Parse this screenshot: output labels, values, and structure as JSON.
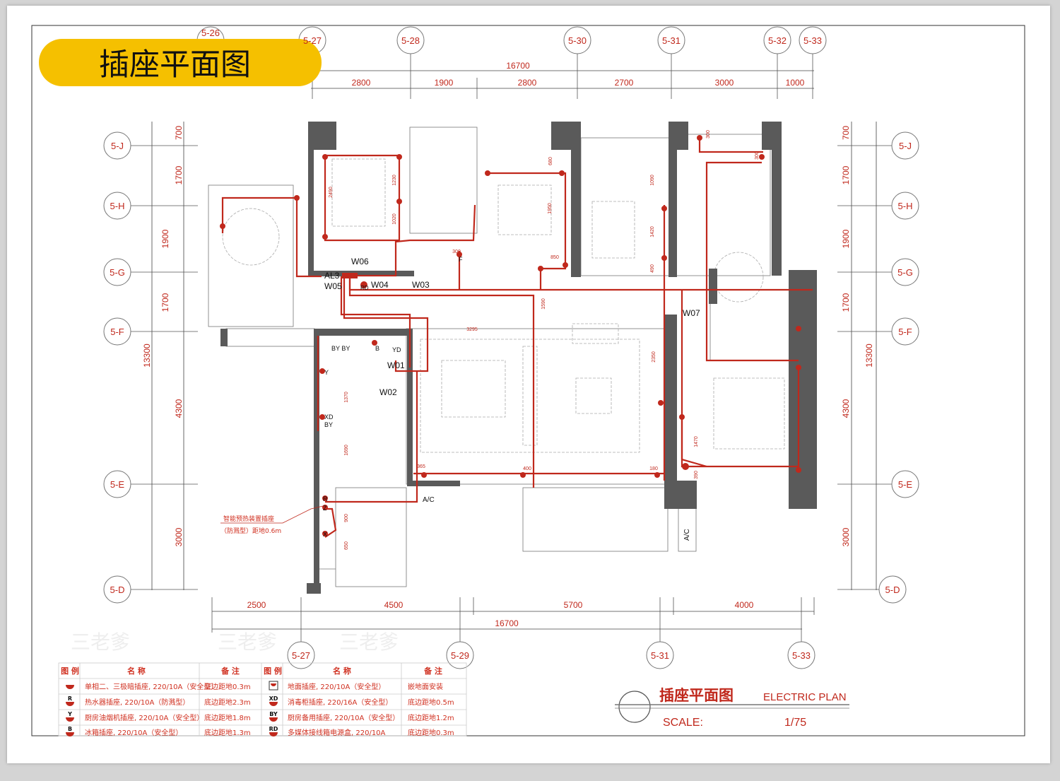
{
  "banner": {
    "title": "插座平面图",
    "color": "#f5c000"
  },
  "axes": {
    "top": [
      "5-26",
      "5-27",
      "5-28",
      "5-30",
      "5-31",
      "5-32",
      "5-33"
    ],
    "left": [
      "5-J",
      "5-H",
      "5-G",
      "5-F",
      "5-E",
      "5-D"
    ],
    "right": [
      "5-J",
      "5-H",
      "5-G",
      "5-F",
      "5-E",
      "5-D"
    ],
    "bottom": [
      "5-27",
      "5-29",
      "5-31",
      "5-33"
    ]
  },
  "dimensions": {
    "top_total": "16700",
    "top": [
      "2800",
      "1900",
      "2800",
      "2700",
      "3000",
      "1000"
    ],
    "left": [
      "700",
      "1700",
      "1900",
      "1700",
      "4300",
      "3000"
    ],
    "left_total": "13300",
    "right": [
      "700",
      "1700",
      "1900",
      "1700",
      "4300",
      "3000"
    ],
    "right_total": "13300",
    "bottom": [
      "2500",
      "4500",
      "5700",
      "4000"
    ],
    "bottom_total": "16700",
    "inner": [
      "3295",
      "2350",
      "1590",
      "1470",
      "1950",
      "1090",
      "1420",
      "490",
      "850",
      "680",
      "2490",
      "1230",
      "1020",
      "1370",
      "1690",
      "900",
      "650",
      "365",
      "400",
      "180",
      "390",
      "300",
      "300",
      "300"
    ]
  },
  "plan_labels": {
    "w06": "W06",
    "al3": "AL3",
    "w05": "W05",
    "rd": "RD",
    "w04": "W04",
    "w03": "W03",
    "w07": "W07",
    "w01": "W01",
    "w02": "W02",
    "byby": "BY BY",
    "b": "B",
    "yd": "YD",
    "y": "Y",
    "xd": "XD",
    "by": "BY",
    "r": "R",
    "z": "Z",
    "x": "X",
    "f": "F",
    "ac1": "A/C",
    "ac2": "A/C"
  },
  "annotation": {
    "line1": "智能预热装置插座",
    "line2": "（防溅型）距地0.6m"
  },
  "watermark": "三老爹",
  "legend": {
    "headers": [
      "图 例",
      "名  称",
      "备  注",
      "图 例",
      "名  称",
      "备  注"
    ],
    "rows": [
      {
        "sym_l": "",
        "name_l": "单相二、三极暗插座, 220/10A（安全型）",
        "note_l": "底边距地0.3m",
        "sym_r": "",
        "name_r": "地面插座, 220/10A（安全型）",
        "note_r": "嵌地面安装"
      },
      {
        "sym_l": "R",
        "name_l": "热水器插座, 220/10A（防溅型）",
        "note_l": "底边距地2.3m",
        "sym_r": "XD",
        "name_r": "消毒柜插座, 220/16A（安全型）",
        "note_r": "底边距地0.5m"
      },
      {
        "sym_l": "Y",
        "name_l": "厨房油烟机插座, 220/10A（安全型）",
        "note_l": "底边距地1.8m",
        "sym_r": "BY",
        "name_r": "厨房备用插座, 220/10A（安全型）",
        "note_r": "底边距地1.2m"
      },
      {
        "sym_l": "B",
        "name_l": "冰箱插座, 220/10A（安全型）",
        "note_l": "底边距地1.3m",
        "sym_r": "RD",
        "name_r": "多媒体接线箱电源盒, 220/10A",
        "note_r": "底边距地0.3m"
      }
    ]
  },
  "title_block": {
    "title_cn": "插座平面图",
    "title_en": "ELECTRIC PLAN",
    "scale_label": "SCALE:",
    "scale_value": "1/75"
  },
  "colors": {
    "circuit": "#c0281c",
    "wall": "#5a5a5a",
    "banner": "#f5c000"
  }
}
